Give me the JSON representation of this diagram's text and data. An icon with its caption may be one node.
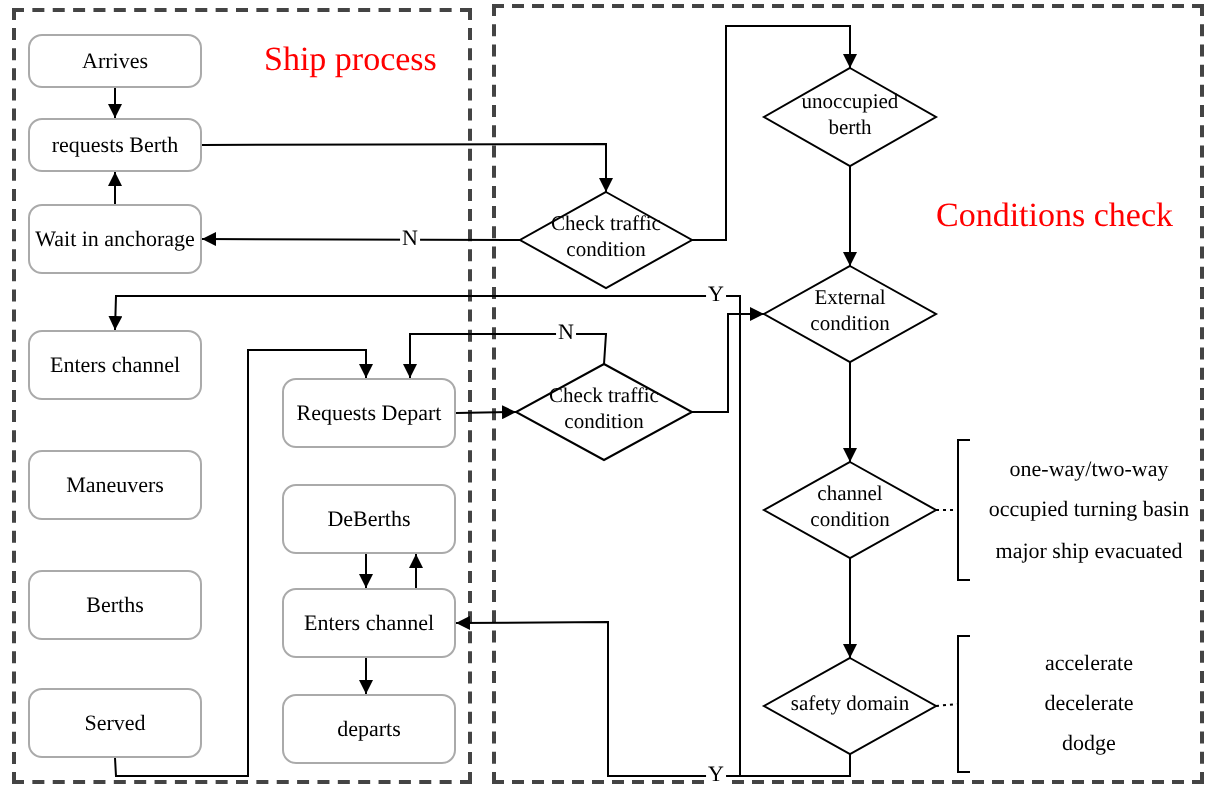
{
  "diagram": {
    "nodes": [
      {
        "text": [
          "Ship process"
        ]
      },
      {
        "text": [
          "Conditions check"
        ]
      },
      {
        "text": [
          "Arrives"
        ],
        "in": 0
      },
      {
        "text": [
          "requests Berth"
        ],
        "in": 0
      },
      {
        "text": [
          "Wait in anchorage"
        ],
        "in": 0
      },
      {
        "text": [
          "Enters channel"
        ],
        "in": 0
      },
      {
        "text": [
          "Maneuvers"
        ],
        "in": 0
      },
      {
        "text": [
          "Berths"
        ],
        "in": 0
      },
      {
        "text": [
          "Served"
        ],
        "in": 0
      },
      {
        "text": [
          "Requests Depart"
        ],
        "in": 0
      },
      {
        "text": [
          "DeBerths"
        ],
        "in": 0
      },
      {
        "text": [
          "Enters channel"
        ],
        "in": 0
      },
      {
        "text": [
          "departs"
        ],
        "in": 0
      },
      {
        "text": [
          "Check traffic condition"
        ],
        "in": 1
      },
      {
        "text": [
          "unoccupied berth"
        ],
        "in": 1
      },
      {
        "text": [
          "Check traffic condition"
        ],
        "in": 1
      },
      {
        "text": [
          "External condition"
        ],
        "in": 1
      },
      {
        "text": [
          "channel condition"
        ],
        "in": 1
      },
      {
        "text": [
          "safety domain"
        ],
        "in": 1
      },
      {
        "text": [
          "one-way/two-way",
          "occupied turning basin",
          "major ship evacuated"
        ],
        "in": 1
      },
      {
        "text": [
          "accelerate",
          "decelerate",
          "dodge"
        ],
        "in": 1
      }
    ],
    "edges": [
      {
        "from": 2,
        "to": 3,
        "arrow": "to"
      },
      {
        "from": 4,
        "to": 3,
        "arrow": "to"
      },
      {
        "from": 3,
        "to": 13,
        "arrow": "to"
      },
      {
        "from": 13,
        "to": 4,
        "arrow": "to",
        "label": "N"
      },
      {
        "from": 13,
        "to": 14,
        "arrow": "to"
      },
      {
        "from": 14,
        "to": 16,
        "arrow": "to"
      },
      {
        "from": 16,
        "to": 17,
        "arrow": "to"
      },
      {
        "from": 17,
        "to": 18,
        "arrow": "to"
      },
      {
        "from": 18,
        "to": 5,
        "arrow": "to",
        "label": "Y"
      },
      {
        "from": 18,
        "to": 11,
        "arrow": "to",
        "label": "Y"
      },
      {
        "from": 15,
        "to": 16,
        "arrow": "to"
      },
      {
        "from": 8,
        "to": 9,
        "arrow": "to"
      },
      {
        "from": 15,
        "to": 9,
        "arrow": "to",
        "label": "N"
      },
      {
        "from": 9,
        "to": 15,
        "arrow": "to"
      },
      {
        "from": 10,
        "to": 11,
        "arrow": "to"
      },
      {
        "from": 11,
        "to": 10,
        "arrow": "to"
      },
      {
        "from": 11,
        "to": 12,
        "arrow": "to"
      },
      {
        "from": 17,
        "to": 19,
        "arrow": "none",
        "style": "dashed"
      },
      {
        "from": 18,
        "to": 20,
        "arrow": "none",
        "style": "dashed"
      }
    ]
  }
}
